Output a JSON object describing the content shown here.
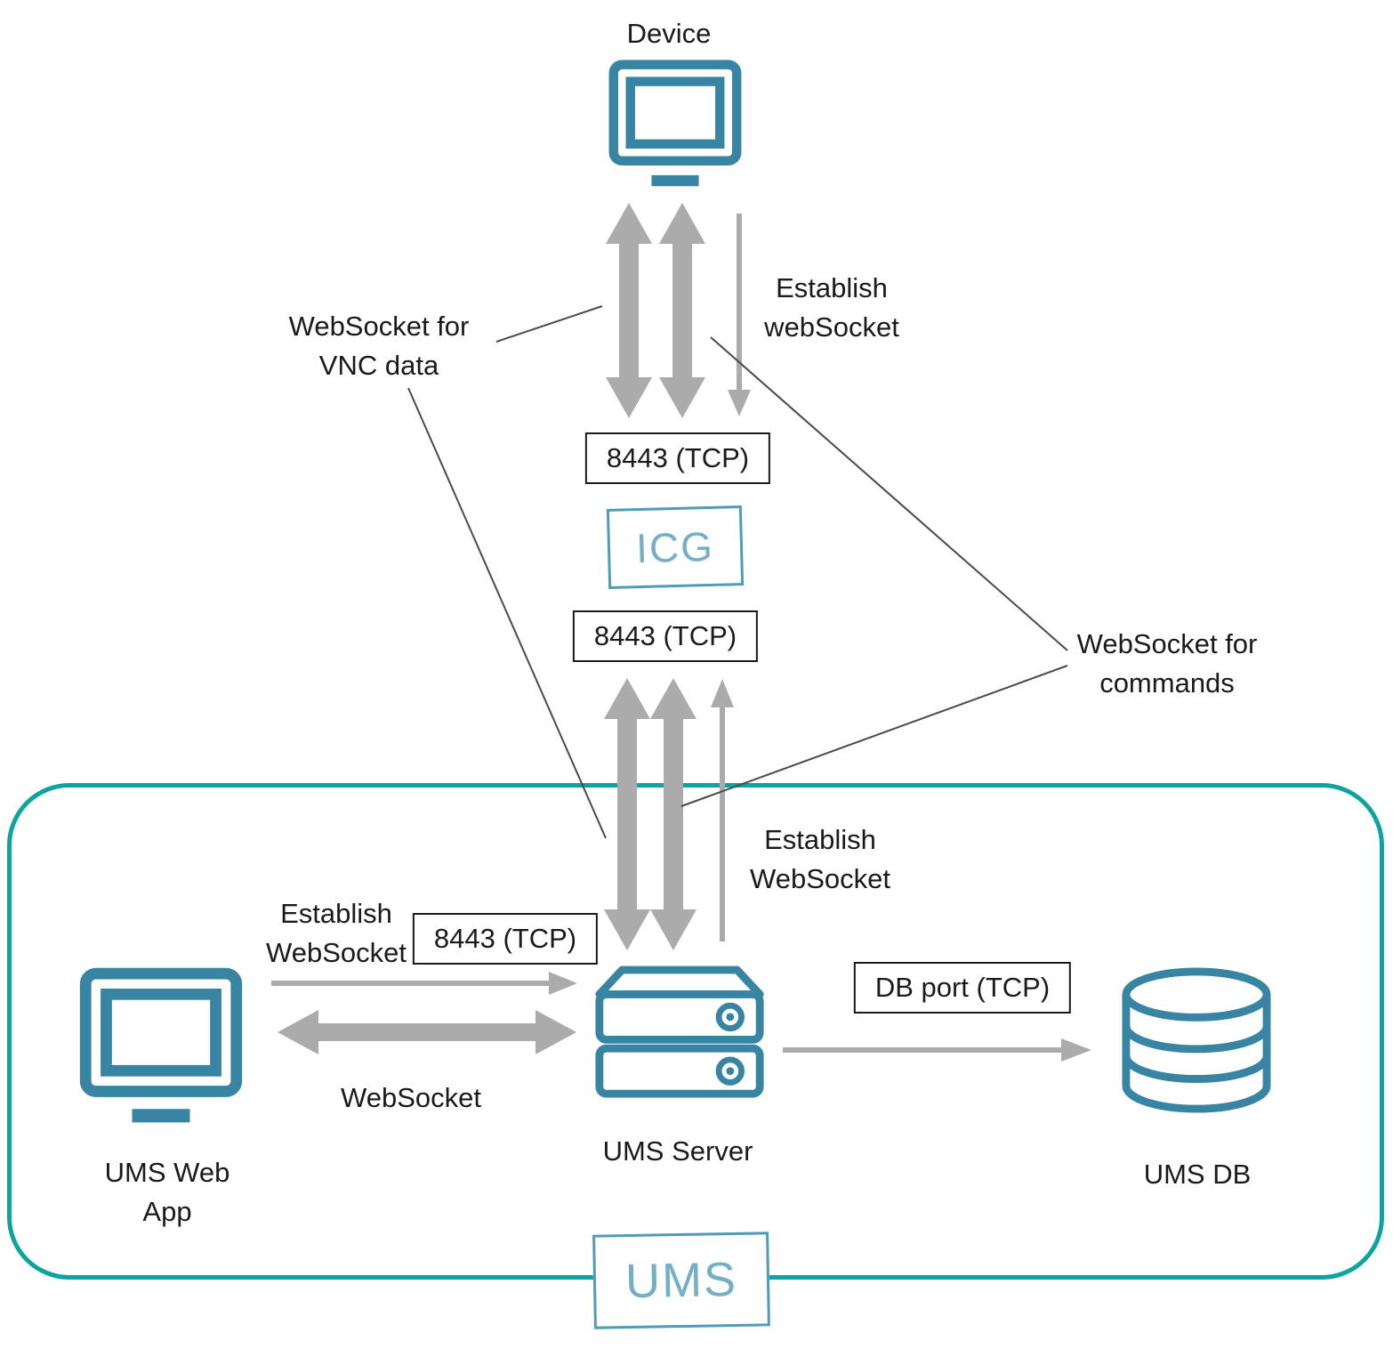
{
  "colors": {
    "icon_stroke": "#3884a3",
    "logo_border": "#4e9cb8",
    "logo_text": "#74afc7",
    "ums_group_border": "#0da3a0",
    "arrow_gray": "#ababab",
    "leader_line": "#4a4a4a",
    "text": "#1a1a1a",
    "port_box_border": "#1a1a1a"
  },
  "nodes": {
    "device": {
      "label": "Device"
    },
    "icg": {
      "label": "ICG"
    },
    "ums_web_app": {
      "line1": "UMS Web",
      "line2": "App"
    },
    "ums_server": {
      "label": "UMS Server"
    },
    "ums_db": {
      "label": "UMS DB"
    },
    "ums_group": {
      "label": "UMS"
    }
  },
  "port_labels": {
    "device_icg": "8443 (TCP)",
    "icg_ums_server": "8443 (TCP)",
    "webapp_ums_server": "8443 (TCP)",
    "ums_server_db": "DB port (TCP)"
  },
  "annotations": {
    "establish_websocket_device": {
      "line1": "Establish",
      "line2": "webSocket"
    },
    "websocket_vnc": {
      "line1": "WebSocket for",
      "line2": "VNC data"
    },
    "websocket_commands": {
      "line1": "WebSocket for",
      "line2": "commands"
    },
    "establish_websocket_server": {
      "line1": "Establish",
      "line2": "WebSocket"
    },
    "establish_websocket_webapp": {
      "line1": "Establish",
      "line2": "WebSocket"
    },
    "websocket_bidirectional": {
      "label": "WebSocket"
    }
  }
}
